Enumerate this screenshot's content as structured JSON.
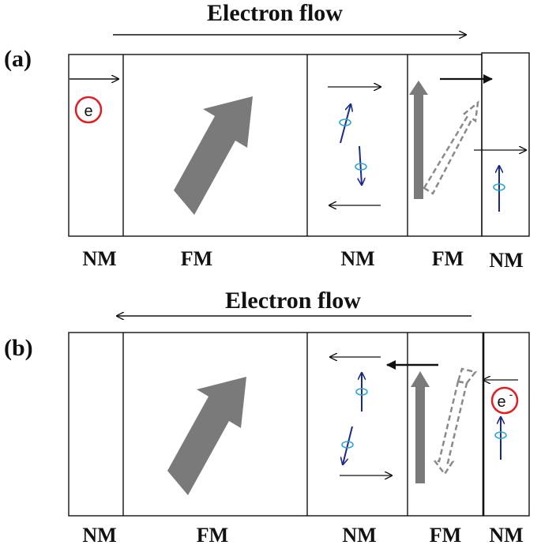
{
  "panels": [
    {
      "letter": "(a)",
      "flow_label": "Electron flow",
      "flow_direction": "right",
      "electron_symbol": "e",
      "layer_labels": [
        "NM",
        "FM",
        "NM",
        "FM",
        "NM"
      ]
    },
    {
      "letter": "(b)",
      "flow_label": "Electron flow",
      "flow_direction": "left",
      "electron_symbol": "e",
      "electron_superscript": "-",
      "layer_labels": [
        "NM",
        "FM",
        "NM",
        "FM",
        "NM"
      ]
    }
  ],
  "colors": {
    "line": "#111111",
    "magnetization": "#7a7a7a",
    "spin": "#1a2a8c",
    "precession": "#2aa7d6",
    "electron": "#e02020"
  }
}
